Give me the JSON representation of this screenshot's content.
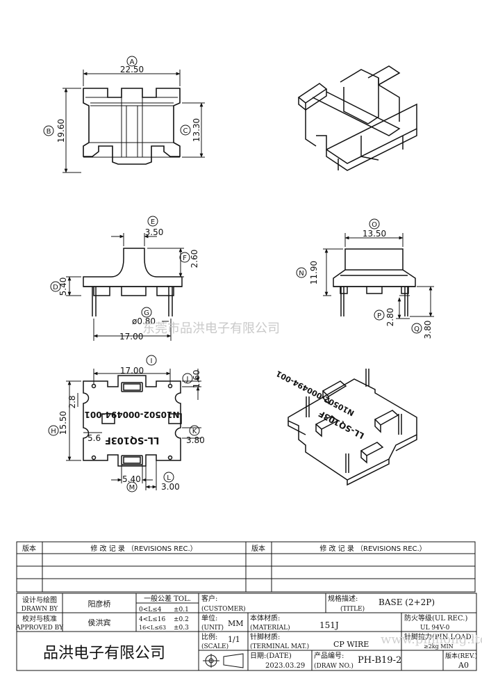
{
  "views": {
    "top": {
      "label_a": "A",
      "dim_a": "22.50",
      "label_b": "B",
      "dim_b": "19.60",
      "label_c": "C",
      "dim_c": "13.30"
    },
    "front": {
      "label_e": "E",
      "dim_e": "3.50",
      "label_f": "F",
      "dim_f": "2.60",
      "label_d": "D",
      "dim_d": "5.40",
      "label_g": "G",
      "dim_g": "ø0.80",
      "dim_pitch": "17.00"
    },
    "side": {
      "label_o": "O",
      "dim_o": "13.50",
      "label_n": "N",
      "dim_n": "11.90",
      "label_p": "P",
      "dim_p": "2.80",
      "label_q": "Q",
      "dim_q": "3.80"
    },
    "bottom": {
      "label_i": "I",
      "dim_i": "17.00",
      "label_j": "J",
      "dim_j": "1.60",
      "label_h": "H",
      "dim_h": "15.50",
      "dim_28": "2.8",
      "dim_56": "5.6",
      "label_k": "K",
      "dim_k": "3.80",
      "dim_540": "5.40",
      "label_l": "L",
      "dim_l": "3.00",
      "label_m": "M",
      "emboss_1": "N10502-000494-001",
      "emboss_2": "LL-SQ103F"
    },
    "iso_bottom": {
      "emboss_1": "N10502-000494-001",
      "emboss_2": "LL-SQ103F"
    }
  },
  "watermark": "东莞市品洪电子有限公司",
  "revisions": {
    "left_header_ver": "版本",
    "left_header_rec": "修 改 记 录 （REVISIONS REC.）",
    "right_header_ver": "版本",
    "right_header_rec": "修 改 记 录 （REVISIONS REC.）"
  },
  "title_block": {
    "design_label_cn": "设计与绘图",
    "design_label_en": "DRAWN BY",
    "design_value": "阳彦桥",
    "check_label_cn": "校对与核准",
    "check_label_en": "APPROVED BY",
    "check_value": "侯洪宾",
    "tol_title": "一般公差 TOL.",
    "tol_r1_range": "0<L≤4",
    "tol_r1_val": "±0.1",
    "tol_r2_range": "4<L≤16",
    "tol_r2_val": "±0.2",
    "tol_r3_range": "16<L≤63",
    "tol_r3_val": "±0.3",
    "customer_cn": "客户:",
    "customer_en": "(CUSTOMER)",
    "unit_cn": "单位:",
    "unit_en": "(UNIT)",
    "unit_value": "MM",
    "material_cn": "本体材质:",
    "material_en": "(MATERIAL)",
    "material_value": "151J",
    "scale_cn": "比例:",
    "scale_en": "(SCALE)",
    "scale_value": "1/1",
    "terminal_cn": "针脚材质:",
    "terminal_en": "(TERMINAL MAT.)",
    "terminal_value": "CP WIRE",
    "date_label": "日期:(DATE)",
    "date_value": "2023.03.29",
    "spec_cn": "规格描述:",
    "spec_en": "(TITLE)",
    "spec_value": "BASE (2+2P)",
    "fire_cn": "防火等级(UL REC.)",
    "fire_value": "UL 94V-0",
    "pull_cn": "针脚拉力(PIN LOAD)",
    "pull_value": "≥2kg MIN",
    "drawno_cn": "产品编号:",
    "drawno_en": "(DRAW NO.)",
    "drawno_value": "PH-B19-2",
    "rev_cn": "版本(REV.)",
    "rev_value": "A0",
    "company": "品洪电子有限公司",
    "website_wm": "www.pinhong.ltd"
  }
}
